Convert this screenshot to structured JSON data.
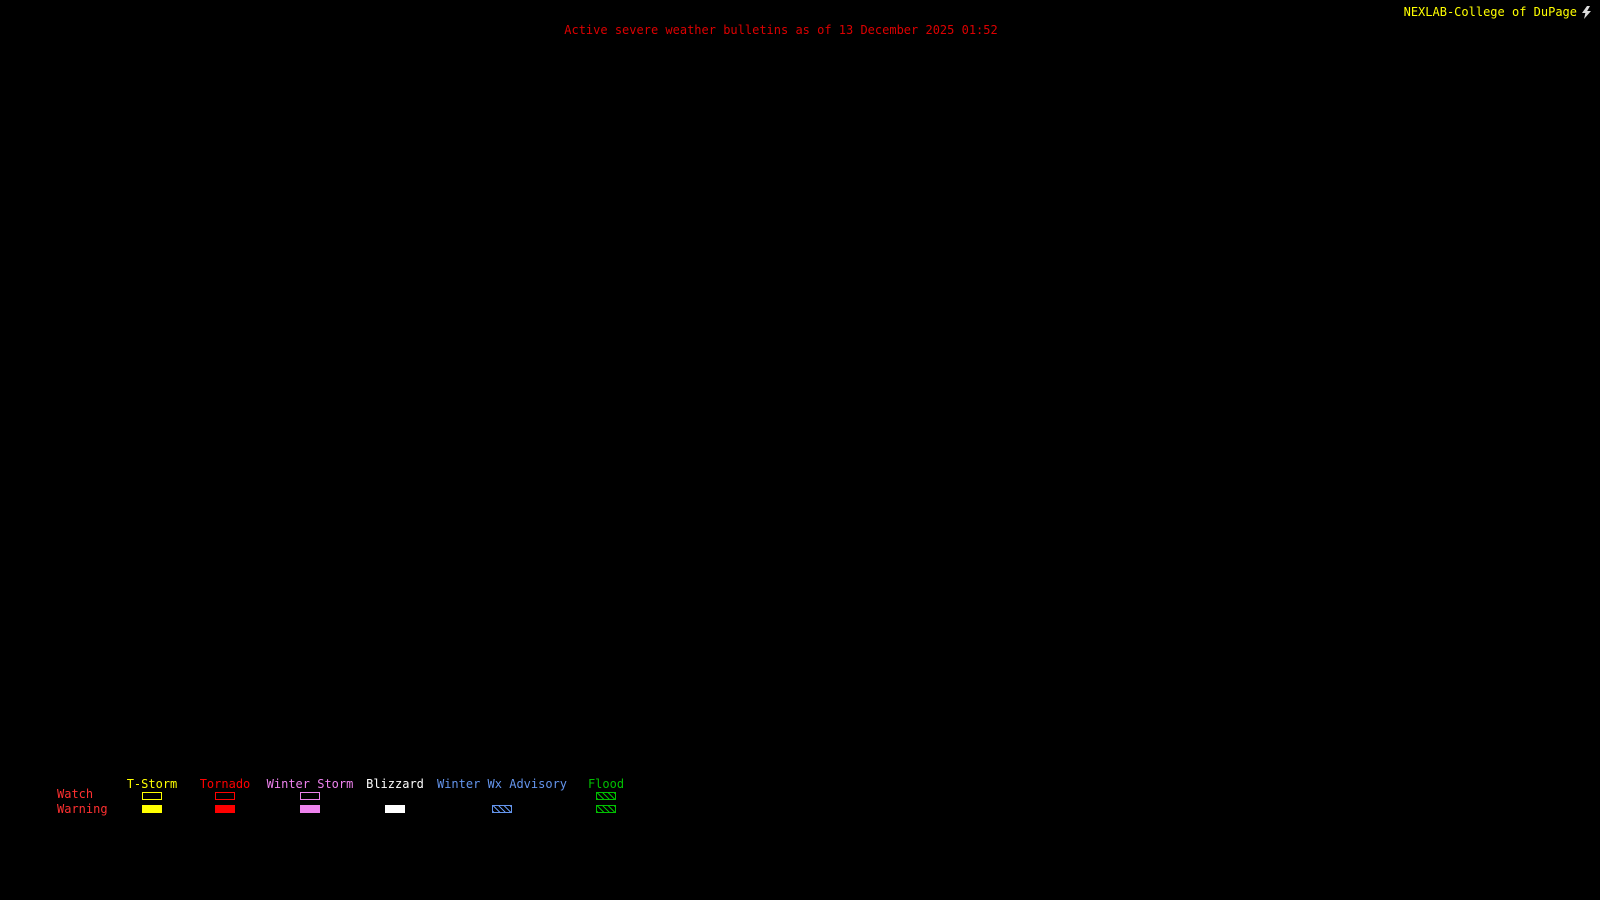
{
  "page": {
    "background": "#000000"
  },
  "header": {
    "title": "Active severe weather bulletins as of 13 December 2025 01:52",
    "title_color": "#dd0000",
    "brand": "NEXLAB-College of DuPage",
    "brand_color": "#ffff00",
    "logo_icon": "lightning-bolt-icon"
  },
  "legend": {
    "watch_label": "Watch",
    "warning_label": "Warning",
    "row_label_color": "#ff3030",
    "columns": [
      {
        "label": "T-Storm",
        "color": "#ffff00",
        "watch_swatch": "outline",
        "warning_swatch": "fill"
      },
      {
        "label": "Tornado",
        "color": "#ff0000",
        "watch_swatch": "outline",
        "warning_swatch": "fill"
      },
      {
        "label": "Winter Storm",
        "color": "#ee82ee",
        "watch_swatch": "outline",
        "warning_swatch": "fill"
      },
      {
        "label": "Blizzard",
        "color": "#ffffff",
        "watch_swatch": "none",
        "warning_swatch": "fill"
      },
      {
        "label": "Winter Wx Advisory",
        "color": "#6495ed",
        "watch_swatch": "none",
        "warning_swatch": "hatch"
      },
      {
        "label": "Flood",
        "color": "#00c000",
        "watch_swatch": "hatch",
        "warning_swatch": "hatch"
      }
    ]
  }
}
